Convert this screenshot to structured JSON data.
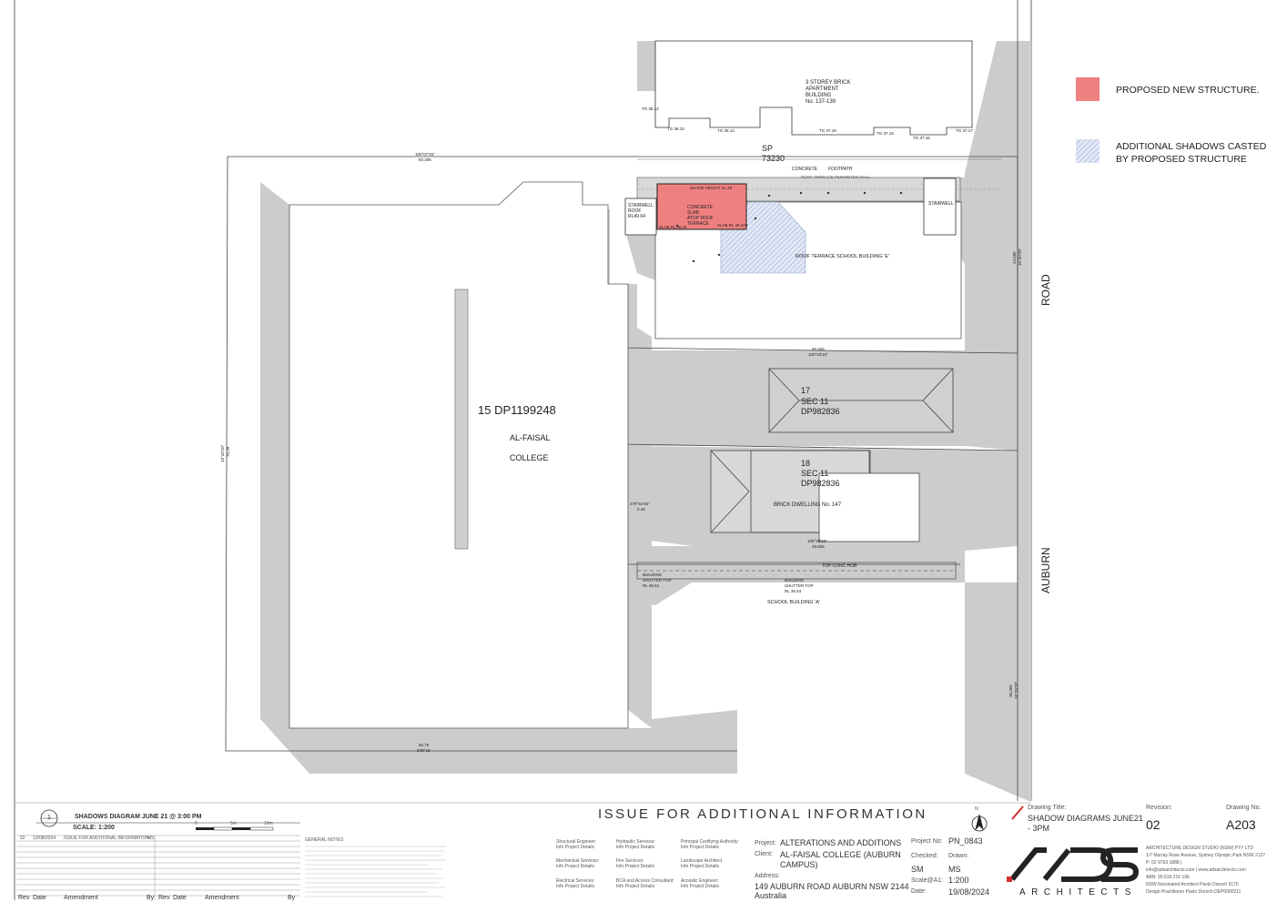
{
  "plan": {
    "lot_15": "15   DP1199248",
    "college_1": "AL-FAISAL",
    "college_2": "COLLEGE",
    "lot17_1": "17",
    "lot17_2": "SEC 11",
    "lot17_3": "DP982836",
    "lot18_1": "18",
    "lot18_2": "SEC 11",
    "lot18_3": "DP982836",
    "brick_dwelling": "BRICK DWELLING No. 147",
    "road_1": "ROAD",
    "road_2": "AUBURN",
    "sp_1": "SP",
    "sp_2": "73230",
    "apartment_1": "3 STOREY BRICK",
    "apartment_2": "APARTMENT",
    "apartment_3": "BUILDING",
    "apartment_4": "No. 137-139",
    "stairwell_left_1": "STAIRWELL",
    "stairwell_left_2": "ROOF",
    "stairwell_left_3": "RL49.64",
    "stairwell_right": "STAIRWELL",
    "roof_terrace": "ROOF TERRACE SCHOOL BUILDING 'E'",
    "concrete": "CONCRETE",
    "footpath": "FOOTPATH",
    "perimeter_wall": "ROOF TERRACE PERIMETER WALL",
    "shade_height": "SHADE HEIGHT 51.29",
    "slab_1": "CONCRETE",
    "slab_2": "SLAB",
    "slab_3": "ATOP ROOF",
    "slab_4": "TERRACE",
    "slab_rl_left": "SLAB RL 46.41",
    "slab_rl_right": "SLAB RL 46.378",
    "school_a": "SCHOOL BUILDING 'A'",
    "top_conc_hob": "TOP CONC HOB",
    "shutter_1_1": "BUILDING",
    "shutter_1_2": "SHUTTER TOP",
    "shutter_1_3": "RL 36.51",
    "shutter_2_1": "BUILDING",
    "shutter_2_2": "SHUTTER TOP",
    "shutter_2_3": "RL 36.53",
    "tg_1": "TG 38.12",
    "tg_2": "TG 38.10",
    "tg_3": "TG 38.13",
    "tg_4": "TG 37.18",
    "tg_5": "TG 37.19",
    "tg_6": "TG 37.16",
    "tg_7": "TG 37.17",
    "bearing_top_1": "100°07'45\"",
    "bearing_top_2": "50.295",
    "bearing_mid_1": "50.345",
    "bearing_mid_2": "100°43'10\"",
    "bearing_left_1": "10°43'10\"",
    "bearing_left_2": "75.39",
    "bearing_bottom_1": "50.76",
    "bearing_bottom_2": "279°42'",
    "bearing_road_1": "24.685",
    "bearing_road_2": "10°20'20\"",
    "bearing_road_3": "30.365",
    "bearing_road_4": "10°20'20\"",
    "bearing_int_1": "279°54'46\"",
    "bearing_int_2": "0.46",
    "bearing_lot18_1": "100°40'50\"",
    "bearing_lot18_2": "49.825"
  },
  "legend": {
    "new_structure": "PROPOSED NEW STRUCTURE.",
    "shadows_1": "ADDITIONAL SHADOWS CASTED",
    "shadows_2": "BY PROPOSED STRUCTURE"
  },
  "colors": {
    "proposed": "#f08080",
    "shadow": "#cccccc",
    "hatch": "#8fa3cf"
  },
  "titleblock": {
    "sheet_no": "1",
    "diagram_title": "SHADOWS DIAGRAM JUNE 21 @ 3:00 PM",
    "scale_text": "SCALE: 1:200",
    "scale_0": "0",
    "scale_5": "5m",
    "scale_10": "10m",
    "rev_02": "02",
    "rev_date": "13/08/2024",
    "rev_desc": "ISSUE FOR ADDITIONAL INFORMATION",
    "rev_by": "MS",
    "col_rev": "Rev",
    "col_date": "Date",
    "col_amend": "Amendment",
    "col_by": "By",
    "col_rev2": "Rev",
    "col_date2": "Date",
    "col_amend2": "Amendment",
    "col_by2": "By",
    "general_notes": "GENERAL NOTES",
    "issue_banner": "ISSUE FOR ADDITIONAL INFORMATION",
    "structural": "Structural Engineer:",
    "structural_v": "Info Project Details",
    "hydraulic": "Hydraulic Services:",
    "hydraulic_v": "Info Project Details",
    "certifying": "Principal Certifying Authority:",
    "certifying_v": "Info Project Details",
    "mechanical": "Mechanical Services:",
    "mechanical_v": "Info Project Details",
    "fire": "Fire Services:",
    "fire_v": "Info Project Details",
    "landscape": "Landscape Architect",
    "landscape_v": "Info Project Details",
    "electrical": "Electrical Services:",
    "electrical_v": "Info Project Details",
    "bca": "BCA and Access Consultant:",
    "bca_v": "Info Project Details",
    "acoustic": "Acoustic Engineer:",
    "acoustic_v": "Info Project Details",
    "project_l": "Project:",
    "project_v": "ALTERATIONS AND ADDITIONS",
    "client_l": "Client:",
    "client_v1": "AL-FAISAL COLLEGE (AUBURN",
    "client_v2": "CAMPUS)",
    "address_l": "Address:",
    "address_v1": "149 AUBURN ROAD AUBURN NSW 2144",
    "address_v2": "Australia",
    "projno_l": "Project No:",
    "projno_v": "PN_0843",
    "checked_l": "Checked:",
    "checked_v": "SM",
    "drawn_l": "Drawn:",
    "drawn_v": "MS",
    "scale_l": "Scale@A1:",
    "scale_v": "1:200",
    "date_l": "Date:",
    "date_v": "19/08/2024",
    "north": "N",
    "dtitle_l": "Drawing Title:",
    "dtitle_v1": "SHADOW DIAGRAMS JUNE21",
    "dtitle_v2": "- 3PM",
    "revision_l": "Revision:",
    "revision_v": "02",
    "drawno_l": "Drawing No.",
    "drawno_v": "A203",
    "logo": "ADS",
    "logo_sub": "ARCHITECTS",
    "firm_1": "ARCHITECTURE DESIGN STUDIO (NSW) PTY LTD",
    "firm_2": "1/7 Murray Rose Avenue, Sydney Olympic Park NSW 2127",
    "firm_3": "P: 02 9763 1888  |",
    "firm_4": "info@adsarchitects.com | www.adsarchitects.com",
    "firm_5": "ABN: 90 616 216 196",
    "firm_6": "NSW Nominated Architect Pavlo Doroch 9170",
    "firm_7": "Design Practitioner Pavlo Doroch DEP0000211"
  }
}
